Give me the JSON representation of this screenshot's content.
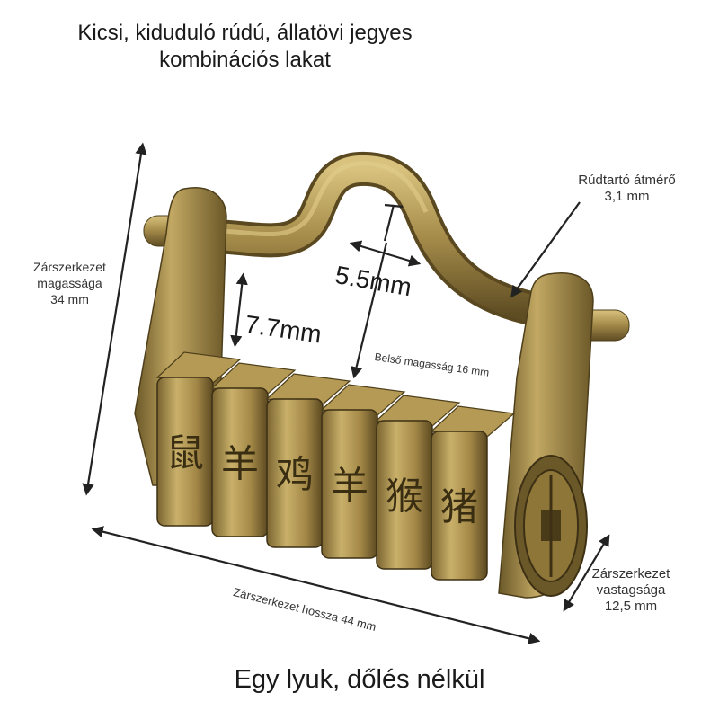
{
  "title": {
    "line1": "Kicsi, kiduduló rúdú, állatövi jegyes",
    "line2": "kombinációs lakat"
  },
  "subtitle": "Egy lyuk, dőlés nélkül",
  "labels": {
    "height_label": "Zárszerkezet",
    "height_label2": "magassága",
    "height_value": "34 mm",
    "shackle_label": "Rúdtartó átmérő",
    "shackle_value": "3,1 mm",
    "gap_value": "5.5mm",
    "clearance_value": "7.7mm",
    "inner_height": "Belső magasság 16 mm",
    "length": "Zárszerkezet hossza 44 mm",
    "thickness_label": "Zárszerkezet",
    "thickness_label2": "vastagsága",
    "thickness_value": "12,5 mm"
  },
  "dial_glyphs": [
    "鼠",
    "羊",
    "鸡",
    "羊",
    "猴",
    "猪"
  ],
  "colors": {
    "brass_light": "#c9b06a",
    "brass_mid": "#9a8245",
    "brass_dark": "#5e4c22",
    "arrow": "#222222"
  }
}
